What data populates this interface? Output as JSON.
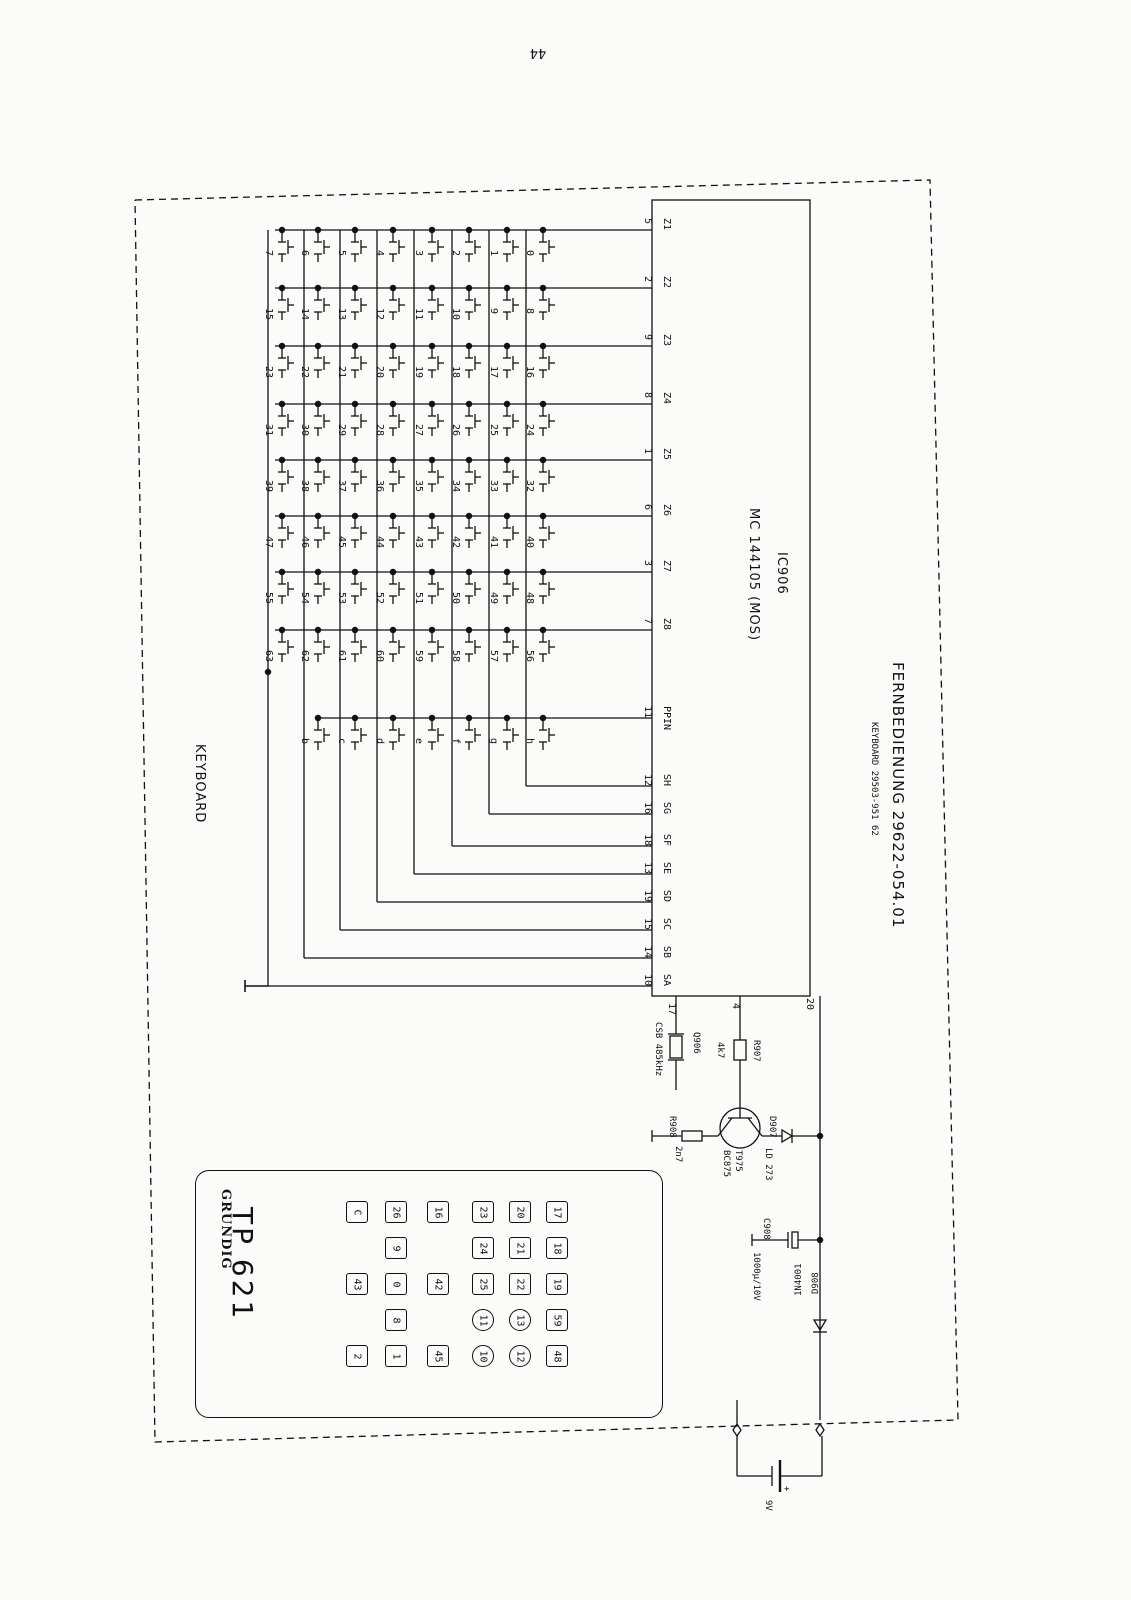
{
  "page_number": "44",
  "title": "FERNBEDIENUNG 29622-054.01",
  "subtitle": "KEYBOARD 29503-951 62",
  "section_label": "KEYBOARD",
  "ic": {
    "ref": "IC906",
    "part": "MC 144105 (MOS)",
    "row_pins": [
      {
        "name": "Z1",
        "num": "5"
      },
      {
        "name": "Z2",
        "num": "2"
      },
      {
        "name": "Z3",
        "num": "9"
      },
      {
        "name": "Z4",
        "num": "8"
      },
      {
        "name": "Z5",
        "num": "1"
      },
      {
        "name": "Z6",
        "num": "6"
      },
      {
        "name": "Z7",
        "num": "3"
      },
      {
        "name": "Z8",
        "num": "7"
      },
      {
        "name": "PPIN",
        "num": "11"
      }
    ],
    "col_pins": [
      {
        "name": "SH",
        "num": "12"
      },
      {
        "name": "SG",
        "num": "16"
      },
      {
        "name": "SF",
        "num": "18"
      },
      {
        "name": "SE",
        "num": "13"
      },
      {
        "name": "SD",
        "num": "19"
      },
      {
        "name": "SC",
        "num": "15"
      },
      {
        "name": "SB",
        "num": "14"
      },
      {
        "name": "SA",
        "num": "10"
      }
    ],
    "bottom_pins": [
      "17",
      "4",
      "20"
    ]
  },
  "keys": [
    [
      "0",
      "1",
      "2",
      "3",
      "4",
      "5",
      "6",
      "7"
    ],
    [
      "8",
      "9",
      "10",
      "11",
      "12",
      "13",
      "14",
      "15"
    ],
    [
      "16",
      "17",
      "18",
      "19",
      "20",
      "21",
      "22",
      "23"
    ],
    [
      "24",
      "25",
      "26",
      "27",
      "28",
      "29",
      "30",
      "31"
    ],
    [
      "32",
      "33",
      "34",
      "35",
      "36",
      "37",
      "38",
      "39"
    ],
    [
      "40",
      "41",
      "42",
      "43",
      "44",
      "45",
      "46",
      "47"
    ],
    [
      "48",
      "49",
      "50",
      "51",
      "52",
      "53",
      "54",
      "55"
    ],
    [
      "56",
      "57",
      "58",
      "59",
      "60",
      "61",
      "62",
      "63"
    ],
    [
      "b",
      "c",
      "d",
      "e",
      "f",
      "g",
      "h"
    ]
  ],
  "components": {
    "q906": {
      "ref": "Q906",
      "value": "CSB 485kHz"
    },
    "r907": {
      "ref": "R907",
      "value": "4k7"
    },
    "r908": {
      "ref": "R908",
      "value": "2n7"
    },
    "t975": {
      "ref": "T975",
      "value": "BC875"
    },
    "d907": {
      "ref": "D907",
      "value": "LD 273"
    },
    "c908": {
      "ref": "C908",
      "value": "1000µ/10V"
    },
    "d908": {
      "ref": "D908",
      "value": "1N4001"
    },
    "battery": {
      "value": "9V",
      "polarity": "+"
    }
  },
  "remote": {
    "brand": "GRUNDIG",
    "model": "TP 621",
    "buttons": [
      {
        "label": "17",
        "shape": "square"
      },
      {
        "label": "18",
        "shape": "square"
      },
      {
        "label": "19",
        "shape": "square"
      },
      {
        "label": "59",
        "shape": "square"
      },
      {
        "label": "48",
        "shape": "square"
      },
      {
        "label": "20",
        "shape": "square"
      },
      {
        "label": "21",
        "shape": "square"
      },
      {
        "label": "22",
        "shape": "square"
      },
      {
        "label": "13",
        "shape": "round"
      },
      {
        "label": "12",
        "shape": "round"
      },
      {
        "label": "23",
        "shape": "square"
      },
      {
        "label": "24",
        "shape": "square"
      },
      {
        "label": "25",
        "shape": "square"
      },
      {
        "label": "11",
        "shape": "round"
      },
      {
        "label": "10",
        "shape": "round"
      },
      {
        "label": "16",
        "shape": "square"
      },
      {
        "label": "42",
        "shape": "square"
      },
      {
        "label": "45",
        "shape": "square"
      },
      {
        "label": "26",
        "shape": "square"
      },
      {
        "label": "9",
        "shape": "square"
      },
      {
        "label": "0",
        "shape": "square"
      },
      {
        "label": "8",
        "shape": "square"
      },
      {
        "label": "1",
        "shape": "square"
      },
      {
        "label": "C",
        "shape": "square"
      },
      {
        "label": "43",
        "shape": "square"
      },
      {
        "label": "2",
        "shape": "square"
      }
    ]
  }
}
